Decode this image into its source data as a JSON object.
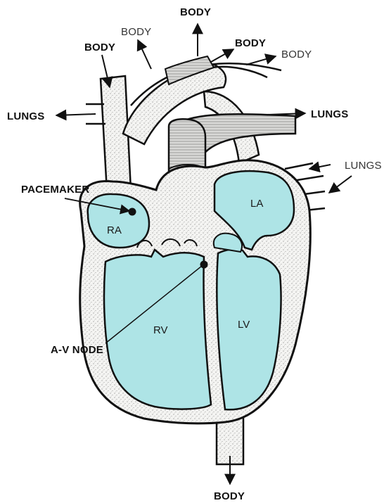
{
  "colors": {
    "chamber": "#aee4e6",
    "wall": "#f4f4f2",
    "vessel": "#e8e8e6",
    "outline": "#111111"
  },
  "labels": {
    "body_top_center": "BODY",
    "body_top_left_bold": "BODY",
    "body_top_left_light": "BODY",
    "body_top_right_bold": "BODY",
    "body_top_right_light": "BODY",
    "lungs_left": "LUNGS",
    "lungs_right_upper": "LUNGS",
    "lungs_right_lower": "LUNGS",
    "pacemaker": "PACEMAKER",
    "av_node": "A-V NODE",
    "body_bottom": "BODY"
  },
  "chambers": {
    "ra": "RA",
    "la": "LA",
    "rv": "RV",
    "lv": "LV"
  }
}
